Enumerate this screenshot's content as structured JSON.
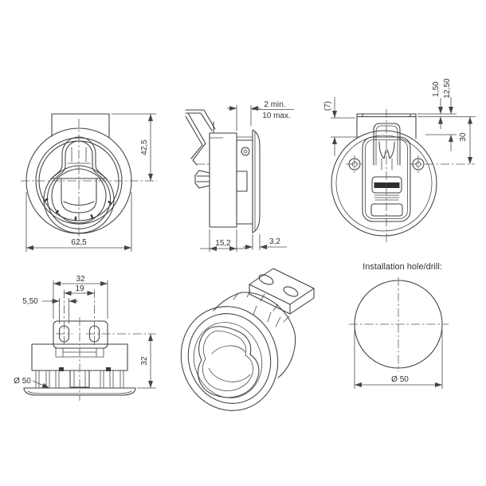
{
  "drawing": {
    "views": {
      "front": {
        "dims": {
          "width": "62,5",
          "height": "42,5"
        }
      },
      "side": {
        "dims": {
          "panel_min": "2 min.",
          "panel_max": "10 max.",
          "depth": "15,2",
          "flange_thickness": "3,2"
        }
      },
      "back": {
        "dims": {
          "ref_height": "(7)",
          "lip": "1,50",
          "offset": "12,50",
          "height": "30"
        }
      },
      "top": {
        "dims": {
          "bracket_width": "32",
          "hole_spacing": "19",
          "slot_width": "5,50",
          "flange_diameter": "Ø 50",
          "depth": "32"
        }
      },
      "install": {
        "title": "Installation hole/drill:",
        "dims": {
          "hole_diameter": "Ø 50"
        }
      }
    },
    "colors": {
      "line": "#3f3f3f",
      "dimension": "#4a4a4a",
      "background": "#ffffff"
    }
  }
}
